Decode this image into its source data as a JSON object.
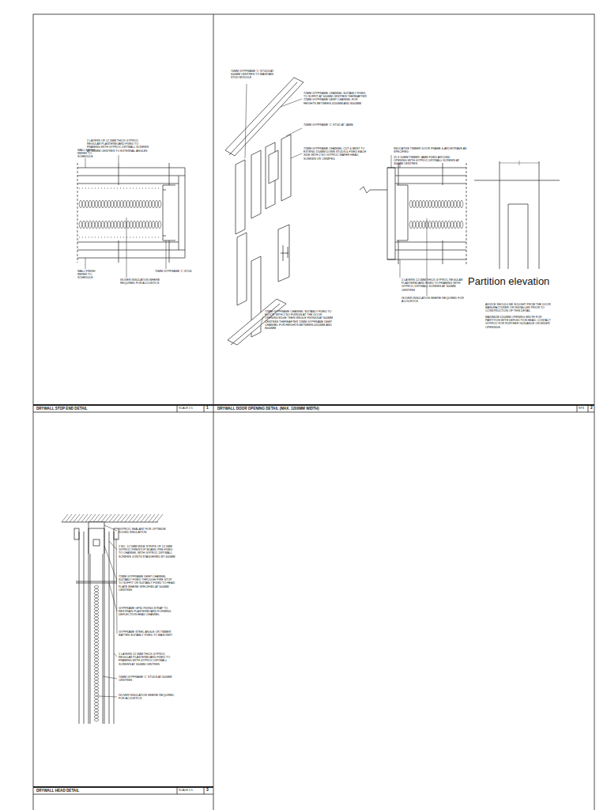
{
  "diagram": {
    "labels": [
      "2 LAYERS OF 12.5MM THICK GYPROC REGULAR PLASTERBOARD FIXED TO FRAMING WITH GYPROC DRYWALL SCREWS AT 300MM CENTRES TO EXTERNAL ANGLES",
      "WALL FINISH REFER TO SCHEDULE",
      "WALL FINISH REFER TO SCHEDULE",
      "70MM GYPFRAME 'C' STUD",
      "ISOVER INSULATION WHERE REQUIRED FOR ACOUSTICS",
      "DRYWALL STOP END DETAIL",
      "SCALE 1:5",
      "1",
      "70MM GYPFRAME 'C' STUDS AT 600MM CENTRES TO MAINTAIN STUD MODULE",
      "72MM GYPFRAME CHANNEL SUITABLY FIXED TO SOFFIT AT 600MM CENTRES THEREAFTER 72MM GYPFRAME DEEP CHANNEL FOR HEIGHTS BETWEEN 4200MM AND 8000MM",
      "70MM GYPFRAME 'C' STUD AT JAMB",
      "72MM GYPFRAME CHANNEL CUT & BENT TO EXTEND 150MM DOWN STUDS & FIXED EACH SIDE WITH 2 NO GYPROC WAFER HEAD SCREWS OR CRIMPED",
      "72MM GYPFRAME CHANNEL SUITABLY FIXED TO FLOOR WITH 2 NO FIXINGS AT THE DOOR OPENING EDGE THEN SINGLE FIXINGS AT 600MM CENTRES THEREAFTER 72MM GYPFRAME DEEP CHANNEL FOR HEIGHTS BETWEEN 4200MM AND 8000MM",
      "INDICATIVE TIMBER DOOR FRAME & ARCHITRAVE AS SPECIFIED",
      "25 X 50MM TIMBER JAMB FIXED AROUND OPENING WITH GYPROC DRYWALL SCREWS AT 300MM CENTRES",
      "2 LAYERS 12.5MM THICK GYPROC REGULAR PLASTERBOARD FIXED TO FRAMING WITH GYPROC DRYWALL SCREWS AT 300MM CENTRES",
      "ISOVER INSULATION WHERE REQUIRED FOR ACOUSTICS",
      "Partition elevation",
      "ADVICE SHOULD BE SOUGHT FROM THE DOOR MANUFACTURER OR INSTALLER PRIOR TO CONSTRUCTION OF THIS DETAIL",
      "MAXIMUM 1200MM OPENING WIDTH FOR PARTITION WITH DEFLECTION HEAD. CONTACT GYPROC FOR FURTHER GUIDANCE ON WIDER OPENINGS",
      "DRYWALL DOOR OPENING DETAIL (MAX. 1200MM WIDTH)",
      "NTS",
      "2",
      "GYPROC SEALANT FOR OPTIMUM SOUND INSULATION",
      "2 NO. 12.5MM WIDE STRIPS OF 12.5MM GYPROC FIRESTOP BOARD PRE-FIXED TO CHANNEL WITH GYPROC DRYWALL SCREWS JOINTS STAGGERED BY 600MM",
      "72MM GYPFRAME DEEP CHANNEL SUITABLY FIXED THROUGH FIRE STOP TO SOFFIT OR SUITABLY FIXED TO HEAD PLATE WHERE SPECIFIED AT 600MM CENTRES",
      "GYPFRAME GFS1 FIXING STRAP TO RESTRAIN PLASTERBOARD FORMING DEFLECTION HEAD CHANNEL",
      "GYPFRAME STEEL ANGLE OR TIMBER BATTEN SUITABLY FIXED TO MASONRY",
      "2 LAYERS 12.5MM THICK GYPROC REGULAR PLASTERBOARD FIXED TO FRAMING WITH GYPROC DRYWALL SCREWS AT 300MM CENTRES",
      "70MM GYPFRAME 'C' STUDS AT 600MM CENTRES",
      "ISOVER INSULATION WHERE REQUIRED FOR ACOUSTICS",
      "DRYWALL HEAD DETAIL",
      "SCALE 1:5",
      "3"
    ]
  }
}
